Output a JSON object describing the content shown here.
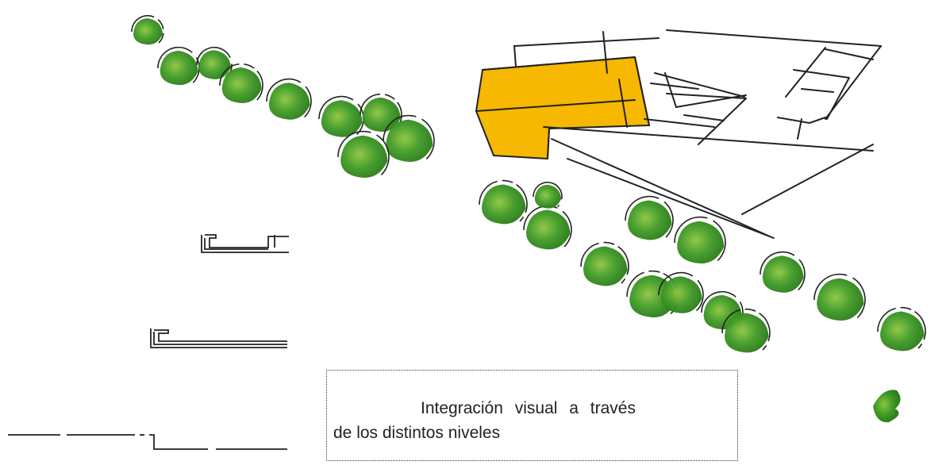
{
  "caption": {
    "line1": "Integración visual a través",
    "line2": "de los distintos niveles"
  },
  "colors": {
    "tree_dark": "#2f8a1e",
    "tree_light": "#8cc63f",
    "building_yellow": "#f6b800",
    "ink": "#222222"
  },
  "icons": [
    "tree-icon",
    "building-sketch",
    "section-profile"
  ]
}
